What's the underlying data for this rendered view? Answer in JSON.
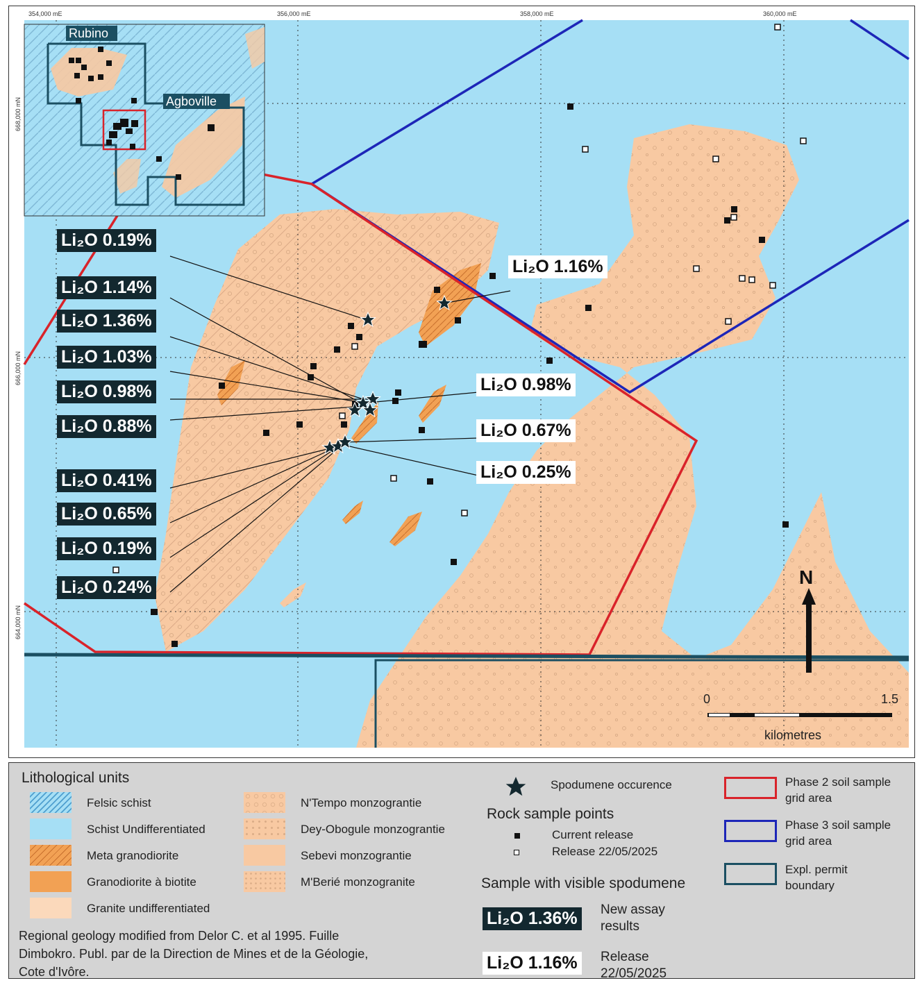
{
  "grid_labels": {
    "easting": [
      "354,000 mE",
      "356,000 mE",
      "358,000 mE",
      "360,000 mE"
    ],
    "northing": [
      "668,000 mN",
      "666,000 mN",
      "664,000 mN"
    ]
  },
  "inset": {
    "rubino": "Rubino",
    "agboville": "Agboville"
  },
  "labels_left": [
    "Li₂O 0.19%",
    "Li₂O 1.14%",
    "Li₂O 1.36%",
    "Li₂O 1.03%",
    "Li₂O 0.98%",
    "Li₂O 0.88%",
    "Li₂O 0.41%",
    "Li₂O 0.65%",
    "Li₂O 0.19%",
    "Li₂O 0.24%"
  ],
  "labels_right": [
    "Li₂O 1.16%",
    "Li₂O 0.98%",
    "Li₂O 0.67%",
    "Li₂O 0.25%"
  ],
  "north_arrow": "N",
  "scale": {
    "start": "0",
    "end": "1.5",
    "unit": "kilometres"
  },
  "legend": {
    "lith_title": "Lithological units",
    "lith_items": [
      "Felsic schist",
      "Schist Undifferentiated",
      "Meta granodiorite",
      "Granodiorite à biotite",
      "Granite undifferentiated"
    ],
    "lith_items2": [
      "N'Tempo monzograntie",
      "Dey-Obogule monzograntie",
      "Sebevi monzograntie",
      "M'Berié monzogranite"
    ],
    "spodumene": "Spodumene occurence",
    "rock_title": "Rock sample points",
    "current_release": "Current release",
    "prior_release": "Release 22/05/2025",
    "visible_title": "Sample with visible spodumene",
    "sample_new": "Li₂O 1.36%",
    "sample_new_desc_1": "New assay",
    "sample_new_desc_2": "results",
    "sample_old": "Li₂O 1.16%",
    "sample_old_desc_1": "Release",
    "sample_old_desc_2": "22/05/2025",
    "phase2_1": "Phase 2 soil sample",
    "phase2_2": "grid area",
    "phase3_1": "Phase 3 soil sample",
    "phase3_2": "grid area",
    "permit_1": "Expl. permit",
    "permit_2": "boundary",
    "source_1": "Regional geology modified from Delor C. et al 1995. Fuille",
    "source_2": "Dimbokro. Publ. par de la Direction de Mines et de la Géologie,",
    "source_3": "Cote d'Ivôre."
  },
  "colors": {
    "schist": "#a6dff5",
    "granite": "#f8c9a2",
    "meta": "#f2a154",
    "phase2": "#d9232a",
    "phase3": "#1d26b8",
    "permit": "#1b4f62",
    "label_dark": "#13282f"
  }
}
